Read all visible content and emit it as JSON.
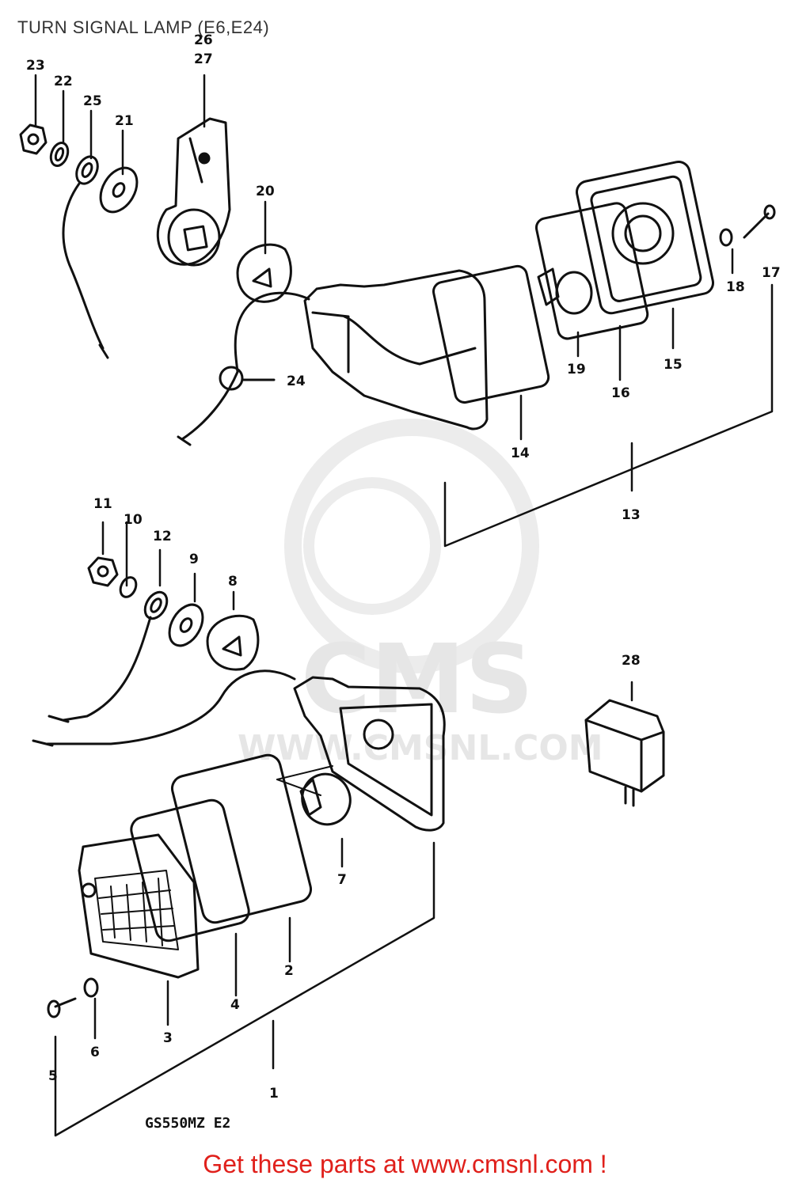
{
  "header": {
    "title": "TURN SIGNAL LAMP (E6,E24)"
  },
  "diagram": {
    "model_code": "GS550MZ E2",
    "watermark_brand": "CMS",
    "watermark_url": "WWW.CMSNL.COM",
    "callouts": {
      "c1": "1",
      "c2": "2",
      "c3": "3",
      "c4": "4",
      "c5": "5",
      "c6": "6",
      "c7": "7",
      "c8": "8",
      "c9": "9",
      "c10": "10",
      "c11": "11",
      "c12": "12",
      "c13": "13",
      "c14": "14",
      "c15": "15",
      "c16": "16",
      "c17": "17",
      "c18": "18",
      "c19": "19",
      "c20": "20",
      "c21": "21",
      "c22": "22",
      "c23": "23",
      "c24": "24",
      "c25": "25",
      "c26": "26",
      "c27": "27",
      "c28": "28"
    }
  },
  "footer": {
    "promo_text": "Get these parts at www.cmsnl.com !"
  }
}
